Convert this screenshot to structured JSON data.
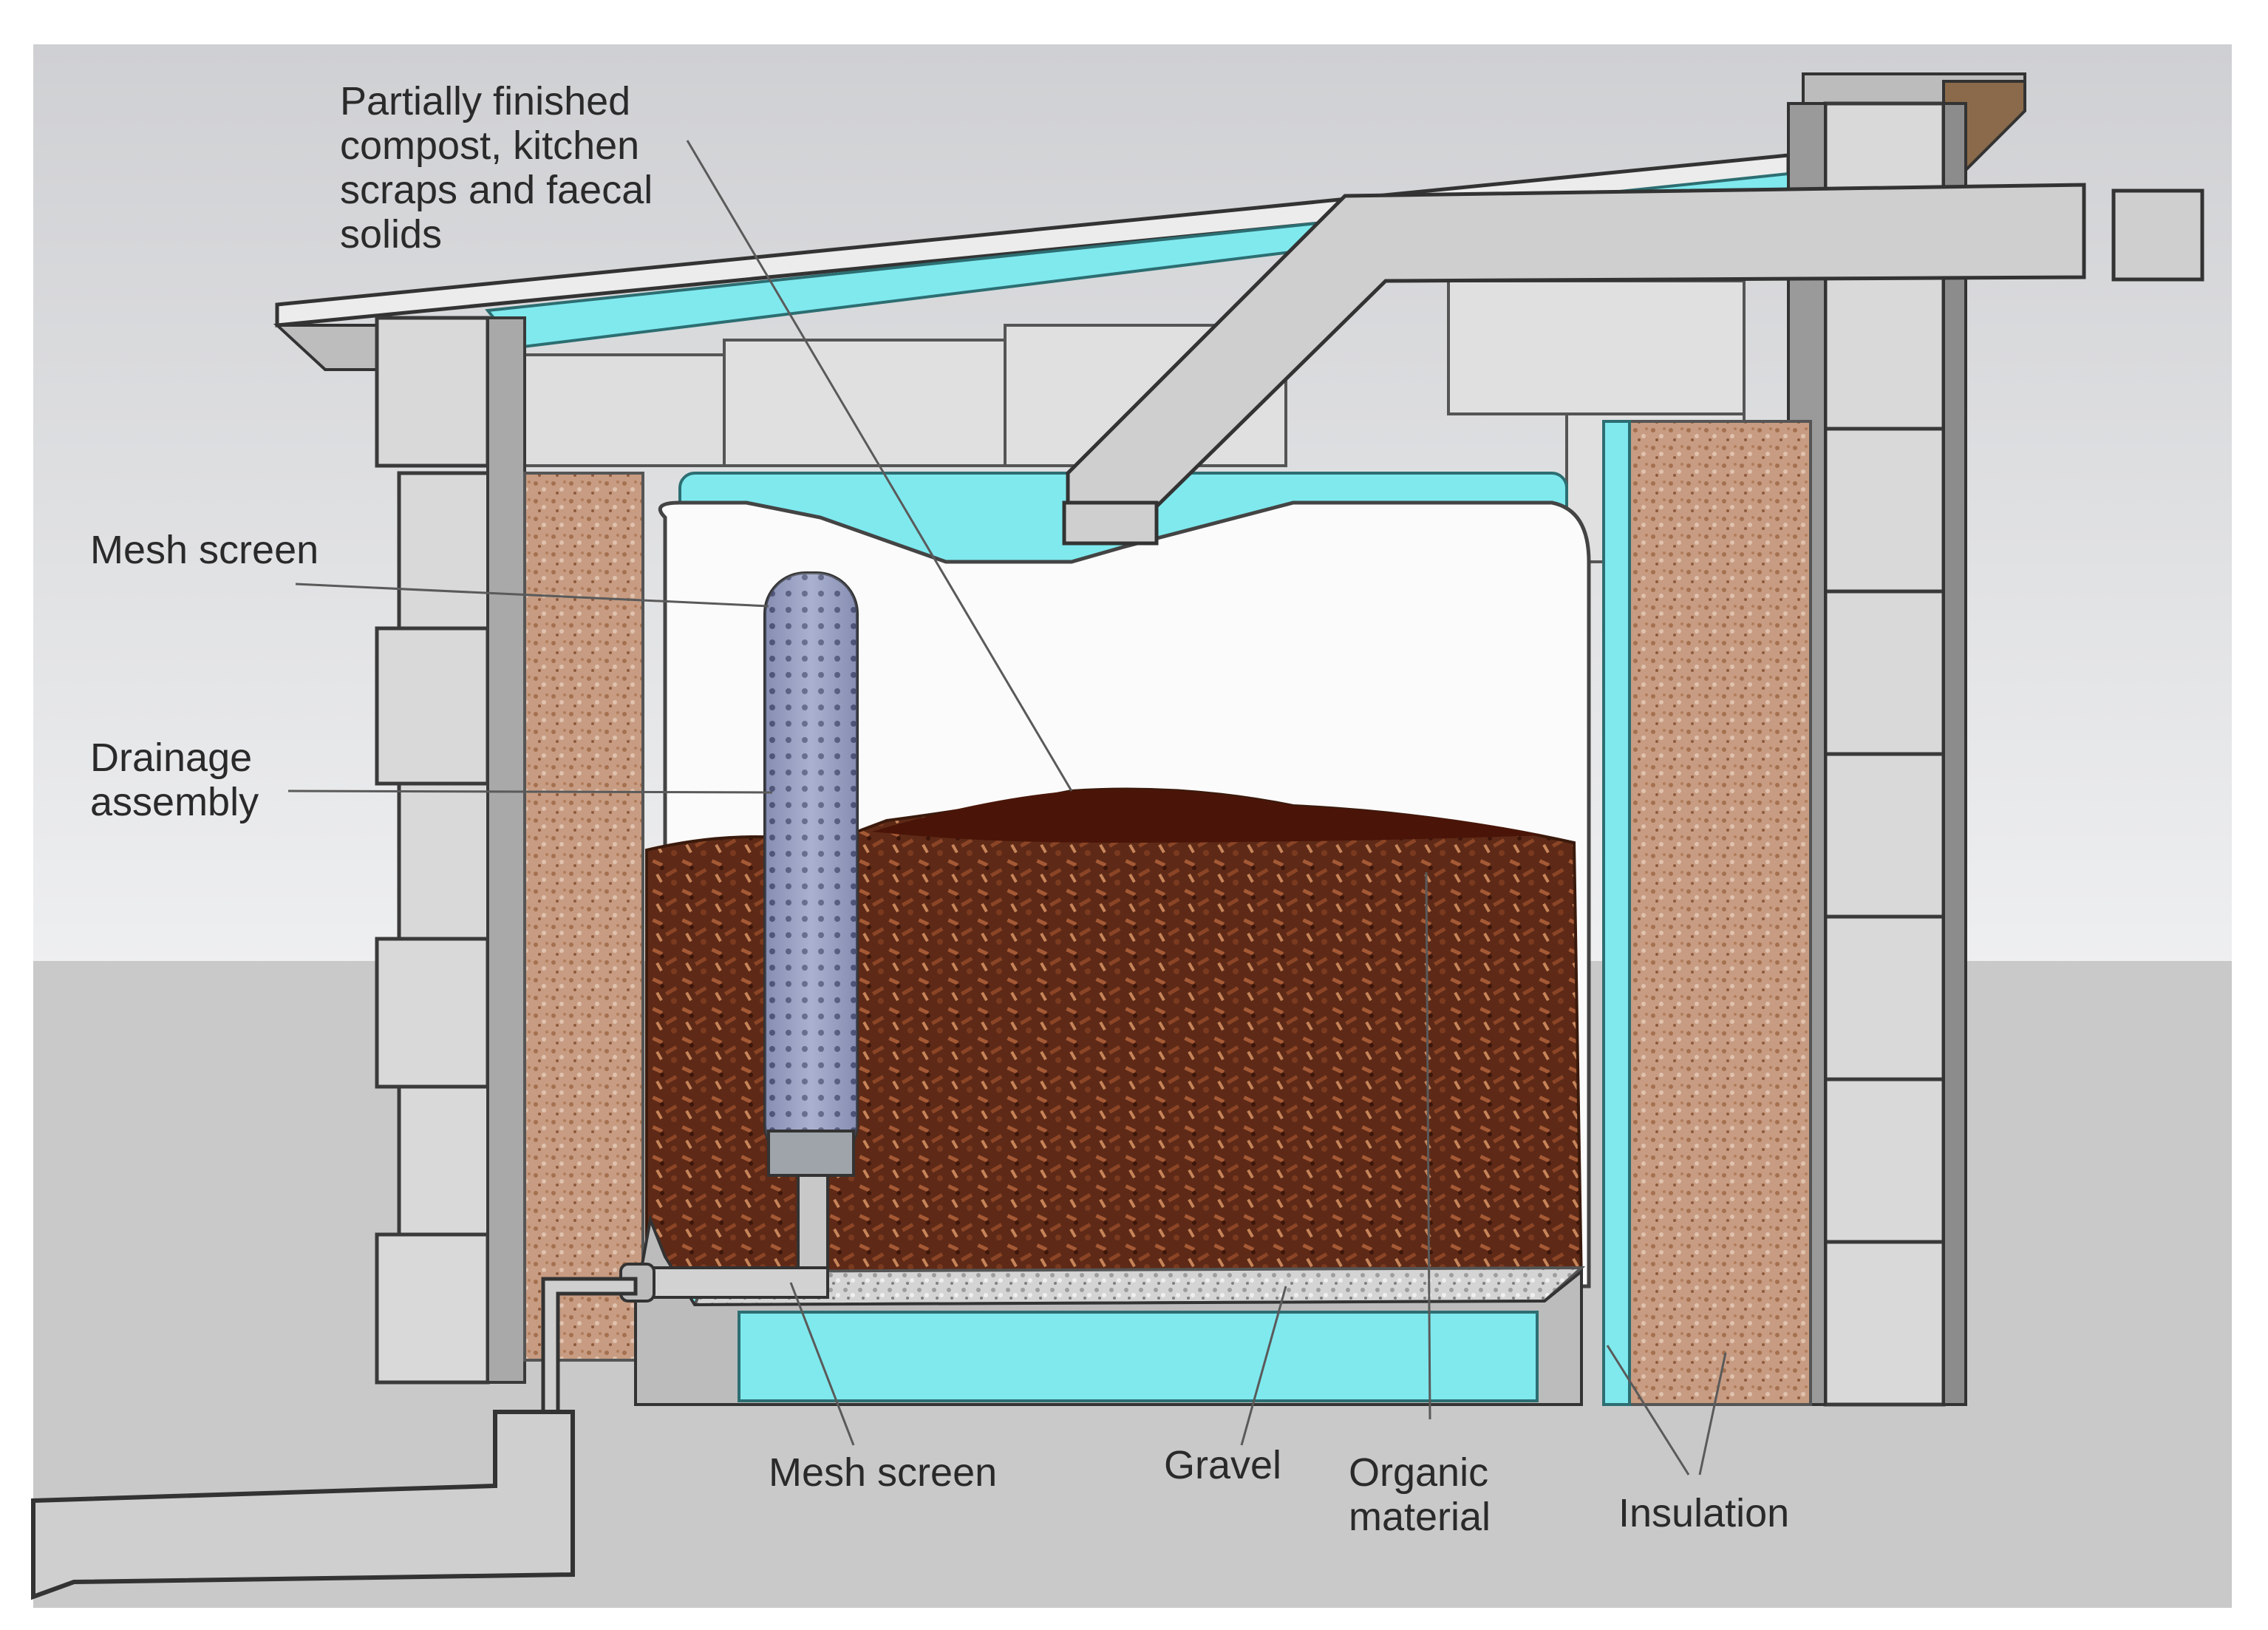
{
  "labels": {
    "compost": [
      "Partially finished",
      "compost, kitchen",
      "scraps and faecal",
      "solids"
    ],
    "mesh_screen_top": "Mesh screen",
    "drainage": [
      "Drainage",
      "assembly"
    ],
    "mesh_screen_bottom": "Mesh screen",
    "gravel": "Gravel",
    "organic": [
      "Organic",
      "material"
    ],
    "insulation": "Insulation"
  },
  "colors": {
    "sky": "#e6e7e9",
    "ground": "#c9c9c9",
    "block": "#d9d9d9",
    "tank_liner": "#7fe9ee",
    "compost": "#6b2f1a",
    "insulation": "#c89a7e",
    "gravel": "#cfcfcf"
  }
}
